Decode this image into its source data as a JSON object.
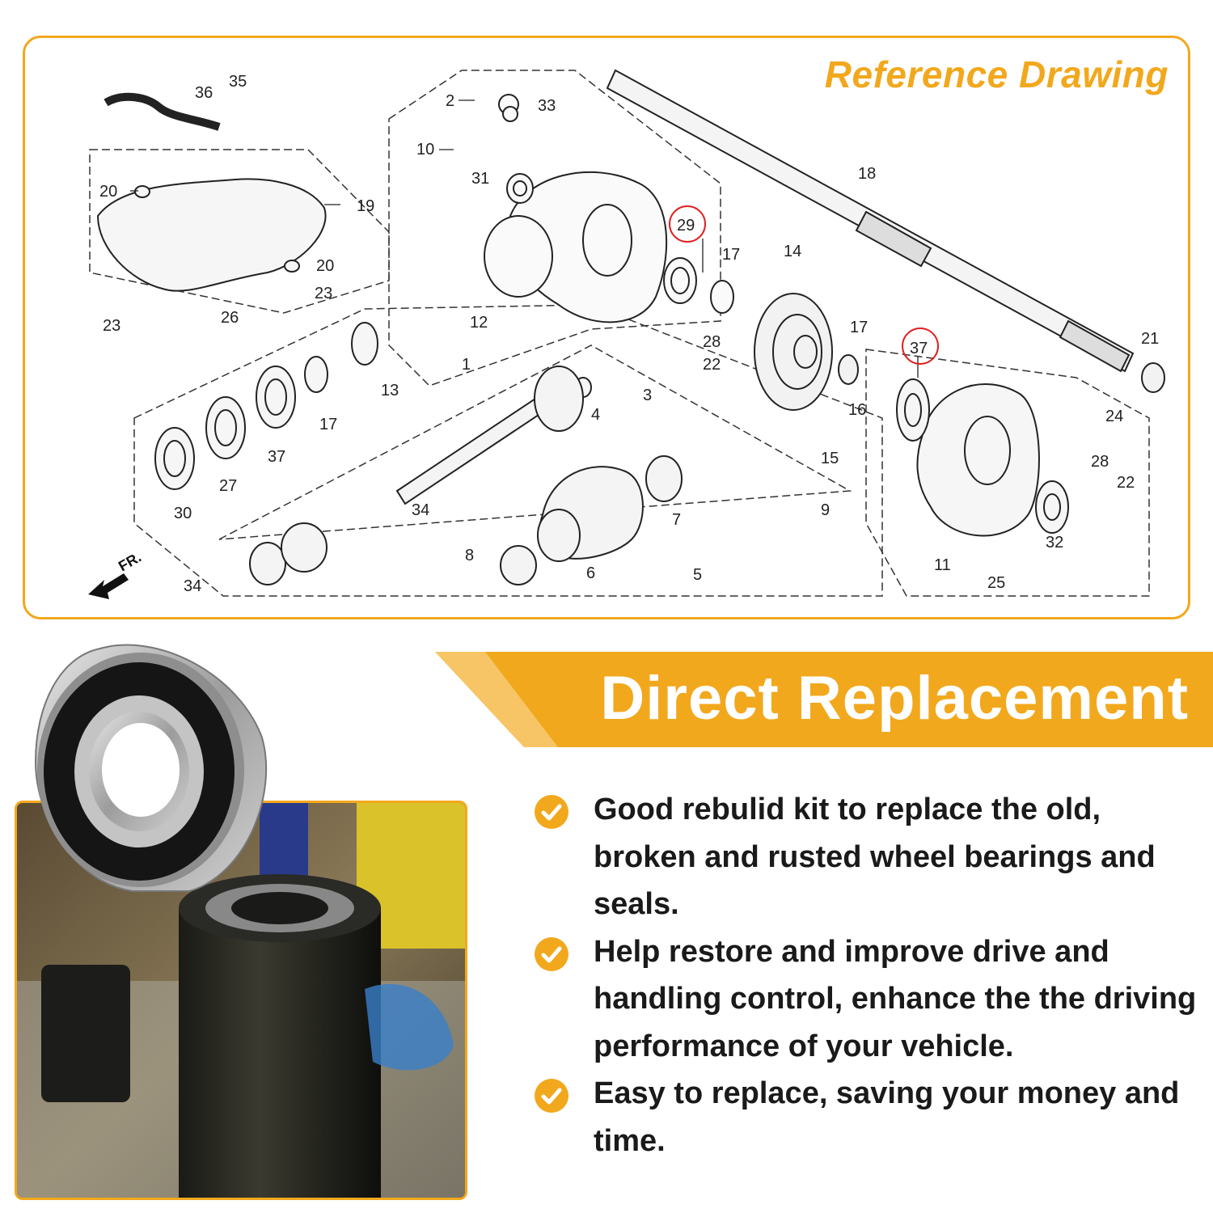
{
  "reference": {
    "title": "Reference Drawing",
    "part_numbers": [
      "1",
      "2",
      "3",
      "4",
      "5",
      "6",
      "7",
      "8",
      "9",
      "10",
      "11",
      "12",
      "13",
      "14",
      "15",
      "16",
      "17",
      "17",
      "17",
      "18",
      "19",
      "20",
      "20",
      "21",
      "22",
      "22",
      "23",
      "23",
      "24",
      "25",
      "26",
      "27",
      "28",
      "28",
      "29",
      "30",
      "31",
      "32",
      "33",
      "34",
      "34",
      "35",
      "36",
      "37",
      "37"
    ],
    "highlighted_parts": [
      "29",
      "37"
    ],
    "direction_label": "FR."
  },
  "banner": {
    "title": "Direct Replacement"
  },
  "features": [
    {
      "text": "Good rebulid kit to replace the old, broken and rusted wheel bearings and seals."
    },
    {
      "text": "Help restore and improve drive and handling control, enhance the the driving performance of your vehicle."
    },
    {
      "text": "Easy to replace, saving your money and time."
    }
  ],
  "colors": {
    "accent": "#f2a81d",
    "highlight_circle": "#e02020",
    "text": "#1a1a1a"
  },
  "icons": [
    "check-circle-icon",
    "direction-arrow-icon"
  ]
}
